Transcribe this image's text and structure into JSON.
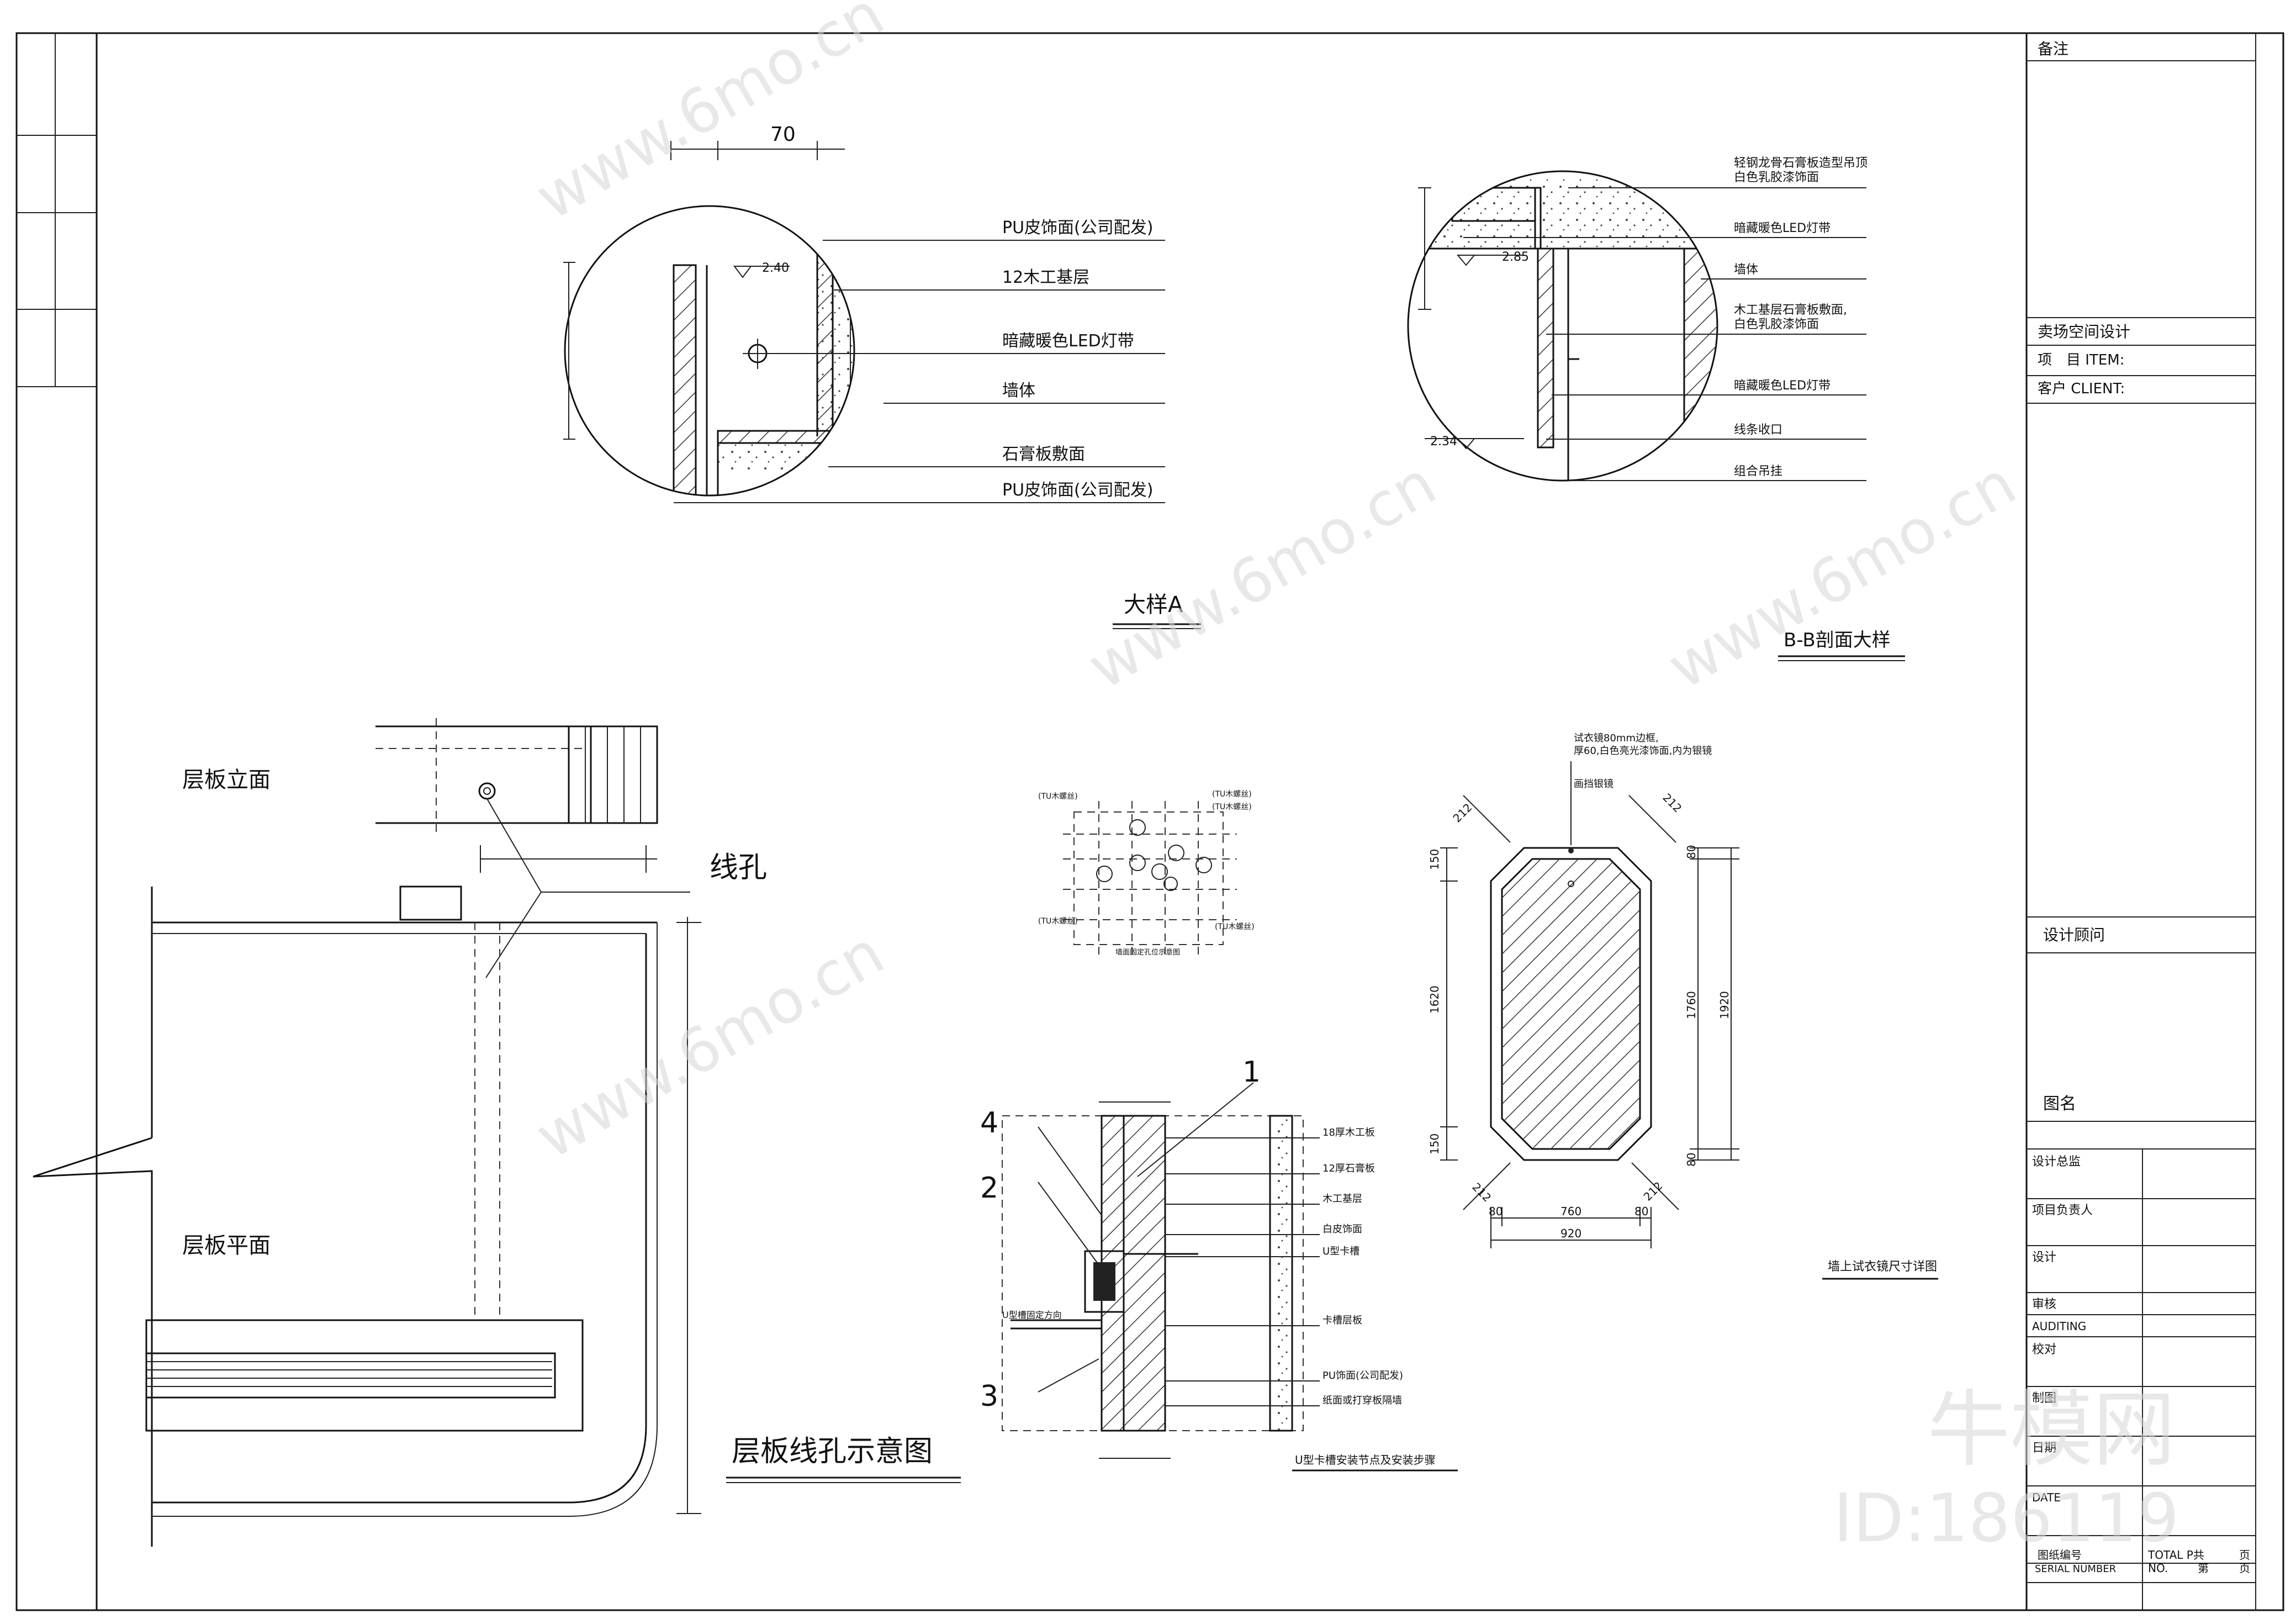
{
  "title_block": {
    "remarks": "备注",
    "project_name": "卖场空间设计",
    "item": "项　目 ITEM:",
    "client": "客户 CLIENT:",
    "consultant": "设计顾问",
    "drawing_name": "图名",
    "rows": [
      {
        "label": "设计总监"
      },
      {
        "label": "项目负责人"
      },
      {
        "label": "设计"
      },
      {
        "label": "审核"
      },
      {
        "label": "AUDITING"
      },
      {
        "label": "校对"
      },
      {
        "label": "制图"
      },
      {
        "label": "日期"
      },
      {
        "label": "DATE"
      }
    ],
    "drawing_no": "图纸编号",
    "total": "TOTAL P共",
    "page_unit": "页",
    "serial": "SERIAL NUMBER",
    "no": "NO.",
    "page_no": "第"
  },
  "detail_a": {
    "title": "大样A",
    "dimension": "70",
    "level_1": "2.40",
    "labels": [
      "PU皮饰面(公司配发)",
      "12木工基层",
      "暗藏暖色LED灯带",
      "墙体",
      "石膏板敷面",
      "PU皮饰面(公司配发)"
    ]
  },
  "detail_bb": {
    "title": "B-B剖面大样",
    "level_1": "2.85",
    "level_2": "2.34",
    "labels": [
      "轻钢龙骨石膏板造型吊顶\n白色乳胶漆饰面",
      "暗藏暖色LED灯带",
      "墙体",
      "木工基层石膏板敷面,\n白色乳胶漆饰面",
      "暗藏暖色LED灯带",
      "线条收口",
      "组合吊挂"
    ]
  },
  "shelf": {
    "elevation_label": "层板立面",
    "plan_label": "层板平面",
    "hole_label": "线孔",
    "title": "层板线孔示意图"
  },
  "hole_layout": {
    "labels": [
      "(TU木螺丝)",
      "(TU木螺丝)",
      "(TU木螺丝)",
      "(TU木螺丝)",
      "(TU木螺丝)"
    ],
    "caption": "墙面固定孔位示意图"
  },
  "u_channel": {
    "numbers": [
      "1",
      "2",
      "3",
      "4"
    ],
    "labels": [
      "18厚木工板",
      "12厚石膏板",
      "木工基层",
      "白皮饰面",
      "U型卡槽",
      "卡槽层板",
      "PU饰面(公司配发)",
      "纸面或打穿板隔墙"
    ],
    "side_label": "U型槽固定方向",
    "caption": "U型卡槽安装节点及安装步骤"
  },
  "mirror": {
    "note": "试衣镜80mm边框,\n厚60,白色亮光漆饰面,内为银镜",
    "note_2": "画挡银镜",
    "dims": {
      "chamfer": "212",
      "top_left": "150",
      "bottom_left": "150",
      "height_inner": "1620",
      "height_mid": "1760",
      "height_total": "1920",
      "frame_top": "80",
      "frame_bottom": "80",
      "frame_left": "80",
      "frame_right": "80",
      "width_inner": "760",
      "width_total": "920"
    },
    "caption": "墙上试衣镜尺寸详图"
  },
  "watermark": {
    "text": "牛模网",
    "site": "www.6mo.cn",
    "id": "ID:186119"
  }
}
